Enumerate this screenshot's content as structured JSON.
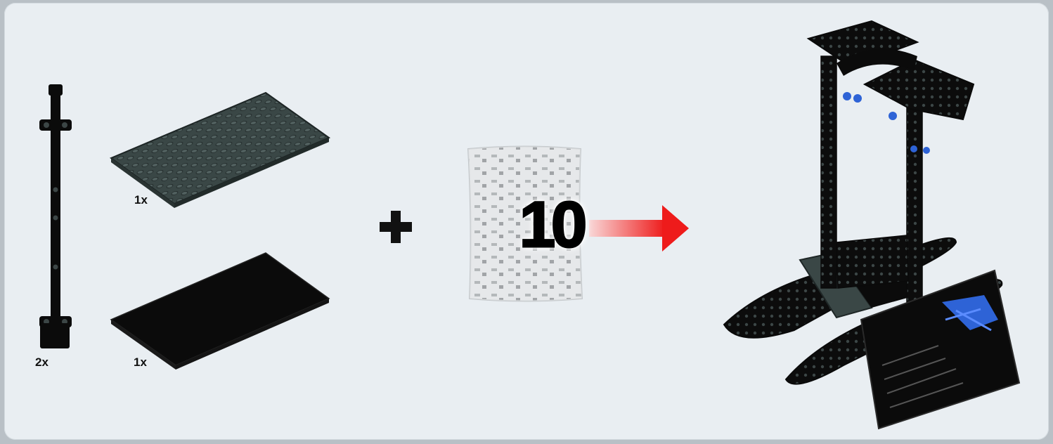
{
  "step": {
    "post_count": "2x",
    "plate_large_count": "1x",
    "tile_large_count": "1x",
    "bag_number": "10"
  },
  "colors": {
    "background": "#e9eef2",
    "arrow_start": "#f7c9c9",
    "arrow_end": "#ee1b1b",
    "dark_grey_plate": "#3a4746",
    "black_part": "#0b0b0b",
    "blue_detail": "#2e63d6"
  },
  "icons": {
    "operator": "plus-icon",
    "flow": "arrow-right-icon"
  }
}
